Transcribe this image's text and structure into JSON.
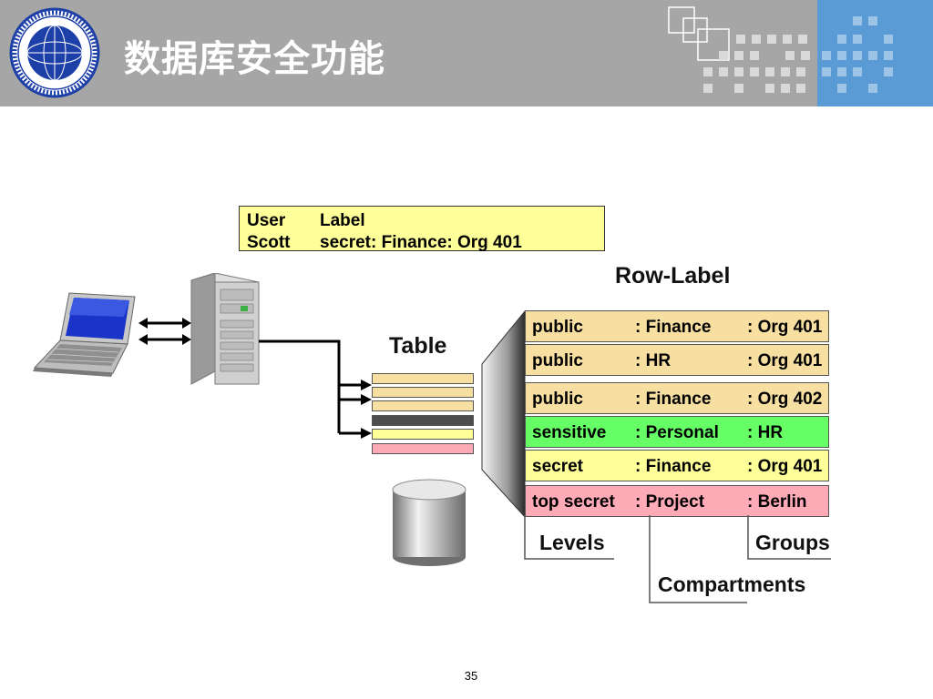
{
  "slide": {
    "title": "数据库安全功能",
    "page_number": "35"
  },
  "colors": {
    "header_gray": "#a6a6a6",
    "header_blue": "#5b9bd5",
    "user_box": "#ffff99",
    "row_tan": "#f7dfa2",
    "row_green": "#66ff66",
    "row_yellow": "#ffff99",
    "row_pink": "#ffaab7"
  },
  "user_box": {
    "col1_header": "User",
    "col2_header": "Label",
    "user_name": "Scott",
    "user_label": "secret: Finance: Org 401"
  },
  "labels": {
    "table": "Table",
    "row_label": "Row-Label",
    "levels": "Levels",
    "compartments": "Compartments",
    "groups": "Groups"
  },
  "rows": [
    {
      "level": "public",
      "compartment": ":  Finance",
      "group": ": Org 401",
      "color": "#f7dfa2"
    },
    {
      "level": "public",
      "compartment": ":  HR",
      "group": ": Org 401",
      "color": "#f7dfa2"
    },
    {
      "level": "public",
      "compartment": ":  Finance",
      "group": ": Org 402",
      "color": "#f7dfa2"
    },
    {
      "level": "sensitive",
      "compartment": ":  Personal",
      "group": ": HR",
      "color": "#66ff66"
    },
    {
      "level": "secret",
      "compartment": ":  Finance",
      "group": ": Org 401",
      "color": "#ffff99"
    },
    {
      "level": "top secret",
      "compartment": ":  Project",
      "group": ": Berlin",
      "color": "#ffaab7"
    }
  ],
  "table_strips": [
    {
      "color": "#f7dfa2"
    },
    {
      "color": "#f7dfa2"
    },
    {
      "color": "#f7dfa2"
    },
    {
      "color": "#4d4d4d"
    },
    {
      "color": "#ffff99"
    },
    {
      "color": "#ffaab7"
    }
  ]
}
